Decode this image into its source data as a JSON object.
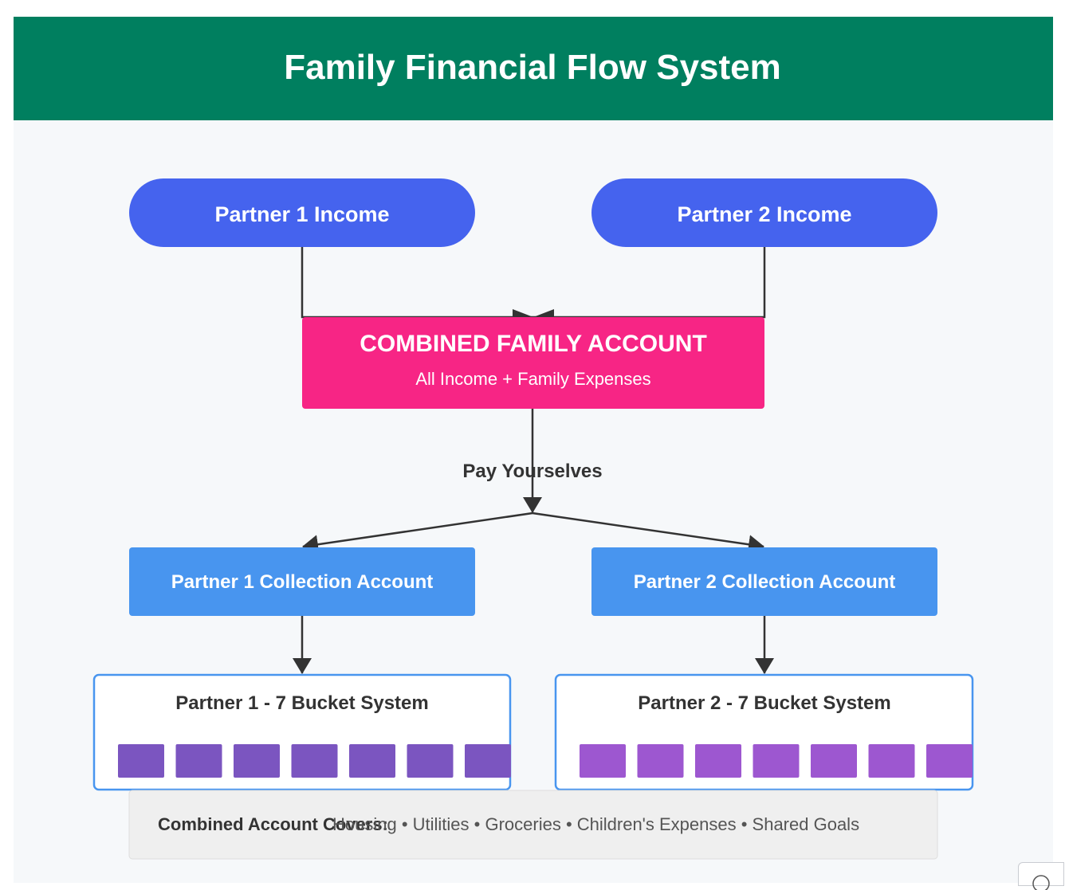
{
  "title": "Family Financial Flow System",
  "colors": {
    "header": "#007F5F",
    "canvas": "#F6F8FA",
    "income": "#4563EE",
    "combined": "#F72585",
    "collection": "#4895EF",
    "bucket_border": "#4895EF",
    "partner1_bucket": "#7B55C0",
    "partner2_bucket": "#9D57D0",
    "arrow": "#333333",
    "footer_bg": "#EFEFEF"
  },
  "income": {
    "partner1": "Partner 1 Income",
    "partner2": "Partner 2 Income"
  },
  "combined": {
    "title": "COMBINED FAMILY ACCOUNT",
    "subtitle": "All Income + Family Expenses"
  },
  "flow_label": "Pay Yourselves",
  "collection": {
    "partner1": "Partner 1 Collection Account",
    "partner2": "Partner 2 Collection Account"
  },
  "buckets": {
    "partner1_title": "Partner 1 - 7 Bucket System",
    "partner2_title": "Partner 2 - 7 Bucket System",
    "count": 7
  },
  "footer": {
    "label": "Combined Account Covers:",
    "items": "Housing • Utilities • Groceries • Children's Expenses • Shared Goals"
  }
}
